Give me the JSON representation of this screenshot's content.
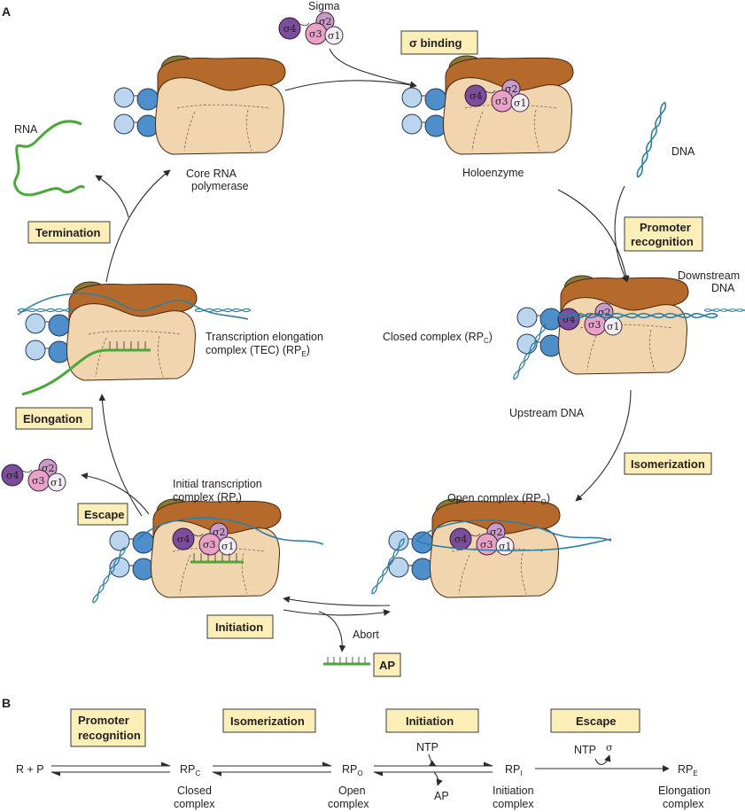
{
  "panels": {
    "a": "A",
    "b": "B"
  },
  "labels": {
    "sigma": "Sigma",
    "rna": "RNA",
    "core": [
      "Core RNA",
      "polymerase"
    ],
    "holoenzyme": "Holoenzyme",
    "dna": "DNA",
    "downstream": [
      "Downstream",
      "DNA"
    ],
    "upstream": "Upstream DNA",
    "closed_complex": "Closed complex (RP",
    "closed_complex_sub": "C",
    "open_complex": "Open complex (RP",
    "open_complex_sub": "O",
    "initial_tc": [
      "Initial transcription",
      "complex (RP"
    ],
    "initial_tc_sub": "I",
    "tec": [
      "Transcription elongation",
      "complex (TEC) (RP"
    ],
    "tec_sub": "E",
    "abort": "Abort",
    "close_paren": ")"
  },
  "stages_a": {
    "sigma_binding": "σ binding",
    "promoter_recognition": [
      "Promoter",
      "recognition"
    ],
    "isomerization": "Isomerization",
    "initiation": "Initiation",
    "escape": "Escape",
    "elongation": "Elongation",
    "termination": "Termination",
    "ap": "AP"
  },
  "sigma_subunits": [
    "σ4",
    "σ3",
    "σ2",
    "σ1"
  ],
  "scheme_b": {
    "stages": [
      "Promoter recognition",
      "Isomerization",
      "Initiation",
      "Escape"
    ],
    "species": [
      {
        "main": "R + P",
        "sub": ""
      },
      {
        "main": "RP",
        "sub": "C"
      },
      {
        "main": "RP",
        "sub": "O"
      },
      {
        "main": "RP",
        "sub": "I"
      },
      {
        "main": "RP",
        "sub": "E"
      }
    ],
    "species_names": [
      [
        "Closed",
        "complex"
      ],
      [
        "Open",
        "complex"
      ],
      [
        "Initiation",
        "complex"
      ],
      [
        "Elongation",
        "complex"
      ]
    ],
    "ntp": "NTP",
    "sigma": "σ",
    "ap": "AP"
  },
  "colors": {
    "brown": "#b5692a",
    "beige": "#f1d5ae",
    "olive": "#8a7a36",
    "blue_dark": "#4d8ecb",
    "blue_light": "#bcd5ef",
    "sigma4": "#7b4d9a",
    "sigma3": "#e8a2c8",
    "sigma2": "#c99bc9",
    "sigma1": "#f3eef6",
    "dna": "#2e7fa3",
    "rna": "#4aa83a",
    "box": "#fbeeb6"
  }
}
